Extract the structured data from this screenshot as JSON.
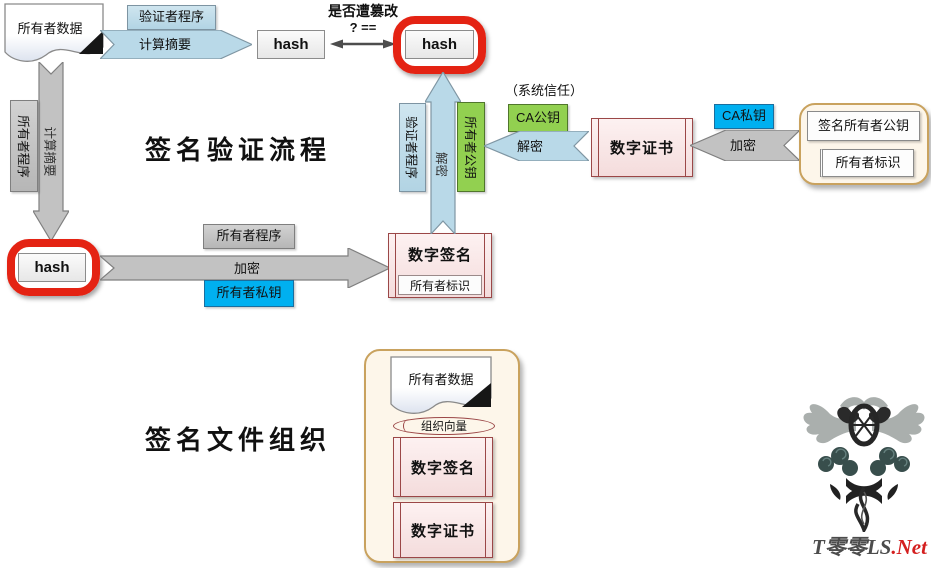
{
  "titles": {
    "verification": "签名验证流程",
    "organization": "签名文件组织"
  },
  "labels": {
    "owner_data": "所有者数据",
    "verifier_program": "验证者程序",
    "compute_digest": "计算摘要",
    "hash": "hash",
    "tamper_check": "是否遭篡改",
    "equality": "? ==",
    "system_trust": "（系统信任）",
    "decrypt": "解密",
    "encrypt": "加密",
    "owner_public_key": "所有者公钥",
    "ca_public_key": "CA公钥",
    "ca_private_key": "CA私钥",
    "digital_certificate": "数字证书",
    "signed_owner_public_key": "签名所有者公钥",
    "owner_id": "所有者标识",
    "owner_program": "所有者程序",
    "owner_private_key": "所有者私钥",
    "digital_signature": "数字签名",
    "org_vector": "组织向量"
  },
  "watermark": {
    "brand": "T零零LS",
    "suffix": ".Net"
  },
  "colors": {
    "highlight_red": "#e42313",
    "key_green": "#92d050",
    "key_blue": "#00b0f0",
    "process_blue": "#b9d9e8",
    "process_gray": "#c2c2c2",
    "certificate_border": "#9b4747",
    "container_border": "#c9a25e"
  }
}
